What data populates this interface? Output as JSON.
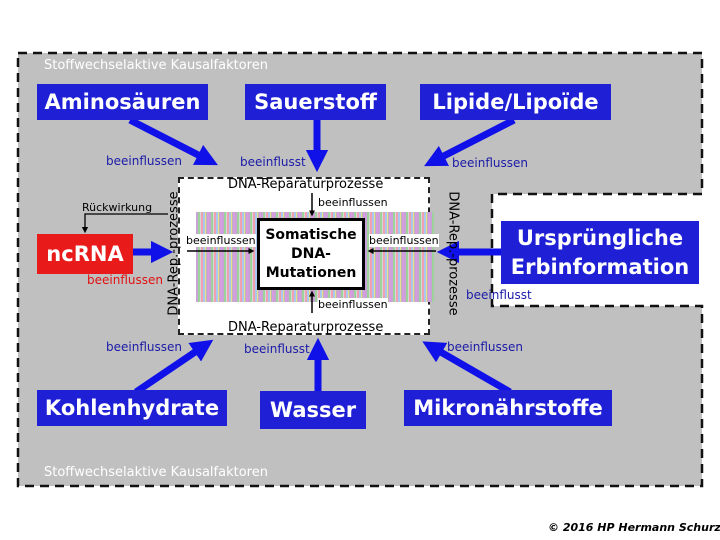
{
  "frame": {
    "top_label": "Stoffwechselaktive Kausalfaktoren",
    "bottom_label": "Stoffwechselaktive Kausalfaktoren"
  },
  "factors": {
    "aminosaeuren": "Aminosäuren",
    "sauerstoff": "Sauerstoff",
    "lipide": "Lipide/Lipoïde",
    "kohlenhydrate": "Kohlenhydrate",
    "wasser": "Wasser",
    "mikronaehrstoffe": "Mikronährstoffe",
    "erbinformation_line1": "Ursprüngliche",
    "erbinformation_line2": "Erbinformation",
    "ncrna": "ncRNA"
  },
  "labels": {
    "top_left": "beeinflussen",
    "top_mid": "beeinflusst",
    "top_right": "beeinflussen",
    "bottom_left": "beeinflussen",
    "bottom_mid": "beeinflusst",
    "bottom_right": "beeinflussen",
    "erb": "beeinflusst",
    "ncrna": "beeinflussen",
    "rueckwirkung": "Rückwirkung",
    "inner_top": "beeinflussen",
    "inner_bottom": "beeinflussen",
    "inner_left": "beeinflussen",
    "inner_right": "beeinflussen"
  },
  "dna": {
    "repair_top": "DNA-Reparaturprozesse",
    "repair_bottom": "DNA-Reparaturprozesse",
    "repair_left": "DNA-Rep.-prozesse",
    "repair_right": "DNA-Rep.-prozesse",
    "mutation_line1": "Somatische",
    "mutation_line2": "DNA-",
    "mutation_line3": "Mutationen"
  },
  "copyright": "© 2016 HP Hermann Schurz",
  "colors": {
    "factor_blue": "#1f1fd6",
    "arrow_blue": "#1010e8",
    "ncrna_red": "#e81a1a",
    "frame_gray": "#c0c0c0"
  }
}
